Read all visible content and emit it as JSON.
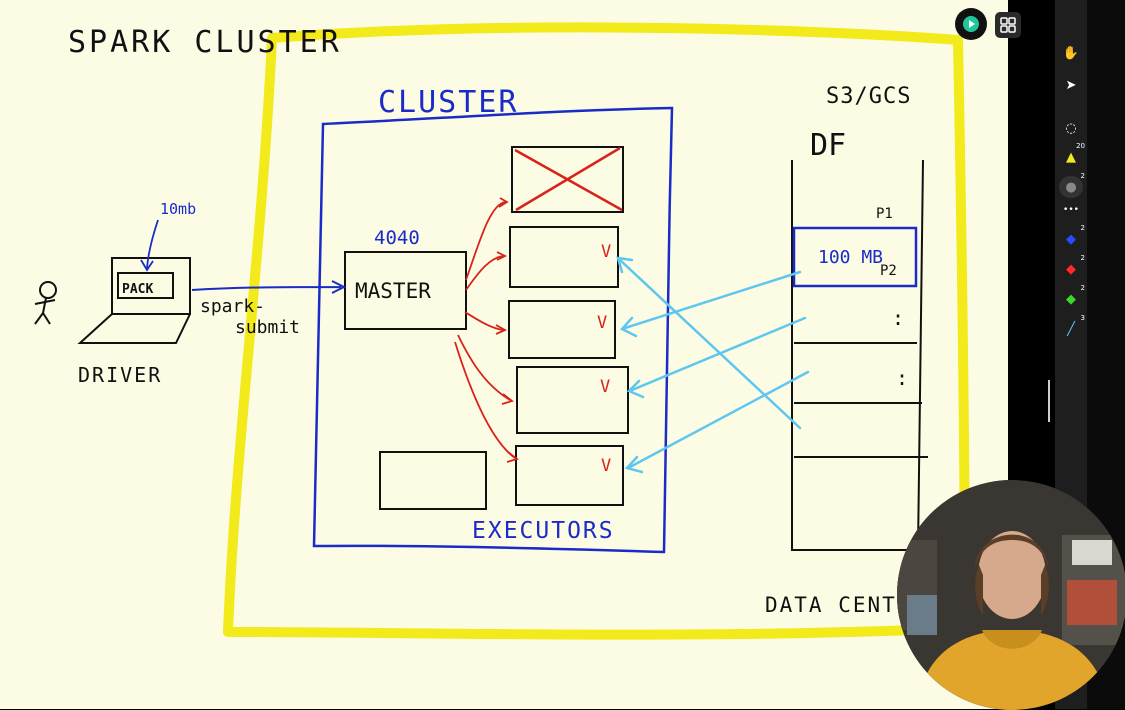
{
  "whiteboard": {
    "title": "SPARK CLUSTER",
    "cluster_label": "CLUSTER",
    "master_port": "4040",
    "master_label": "MASTER",
    "executors_label": "EXECUTORS",
    "driver_label": "DRIVER",
    "package_label": "PACK",
    "package_size": "10mb",
    "submit_label_line1": "spark-",
    "submit_label_line2": "submit",
    "storage_label": "S3/GCS",
    "dataframe_label": "DF",
    "partition_1": "P1",
    "partition_2": "P2",
    "partition_size": "100 MB",
    "executor_ok_mark": "V",
    "ellipsis": ":",
    "data_center_label": "DATA CENTE"
  },
  "toolbar": {
    "tools": [
      {
        "name": "hand-tool",
        "glyph": "✋",
        "badge": ""
      },
      {
        "name": "select-tool",
        "glyph": "➤",
        "badge": ""
      },
      {
        "name": "lasso-tool",
        "glyph": "◌",
        "badge": ""
      },
      {
        "name": "yellow-marker-tool",
        "glyph": "▲",
        "badge": "20"
      },
      {
        "name": "pen-lock-tool",
        "glyph": "●",
        "badge": "2"
      },
      {
        "name": "more-tool",
        "glyph": "•••",
        "badge": ""
      },
      {
        "name": "blue-pen-tool",
        "glyph": "◆",
        "badge": "2"
      },
      {
        "name": "red-pen-tool",
        "glyph": "◆",
        "badge": "2"
      },
      {
        "name": "green-pen-tool",
        "glyph": "◆",
        "badge": "2"
      },
      {
        "name": "cyan-line-tool",
        "glyph": "╱",
        "badge": "3"
      }
    ]
  },
  "colors": {
    "board_bg": "#fcfce4",
    "yellow": "#f2ea1a",
    "blue": "#1a2bc8",
    "red": "#d8231a",
    "cyan": "#5fc6f0",
    "ink": "#111111"
  }
}
